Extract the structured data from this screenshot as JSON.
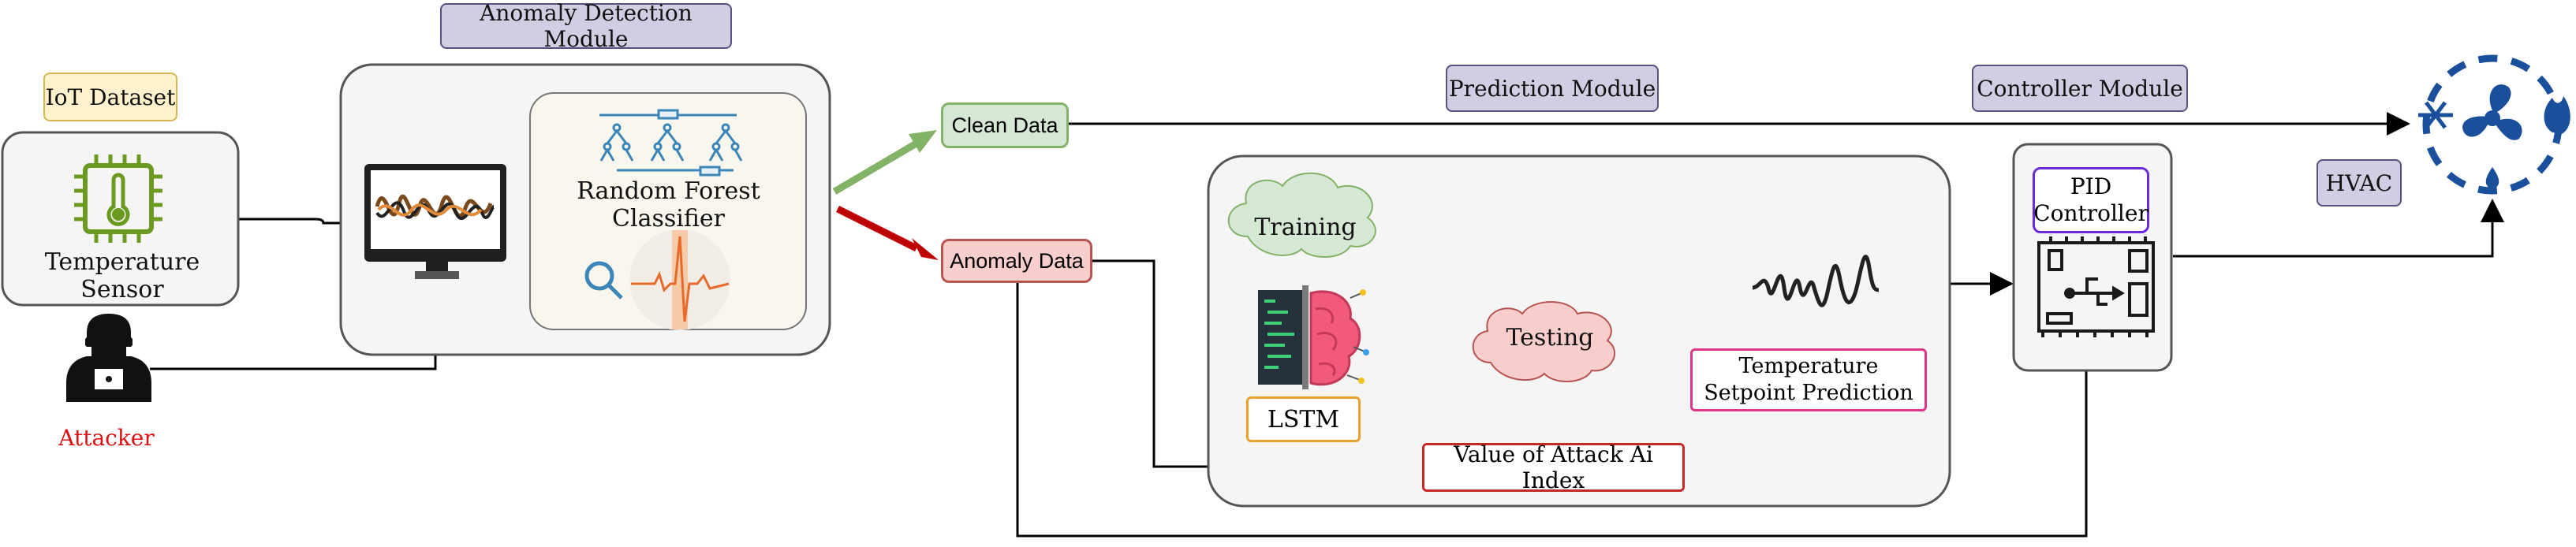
{
  "labels": {
    "iot_dataset": "IoT Dataset",
    "temperature_sensor": "Temperature Sensor",
    "attacker": "Attacker",
    "anomaly_detection_module": "Anomaly Detection Module",
    "random_forest_classifier": "Random Forest Classifier",
    "clean_data": "Clean Data",
    "anomaly_data": "Anomaly Data",
    "prediction_module": "Prediction Module",
    "training": "Training",
    "lstm": "LSTM",
    "testing": "Testing",
    "temperature_setpoint_prediction": "Temperature Setpoint Prediction",
    "value_of_attack_ai_index": "Value of Attack Ai Index",
    "controller_module": "Controller Module",
    "pid_controller": "PID Controller",
    "hvac": "HVAC"
  },
  "icons": {
    "sensor": "temperature-chip-icon",
    "attacker": "hacker-icon",
    "monitor": "signal-monitor-icon",
    "tree": "decision-tree-icon",
    "magnifier": "magnifier-icon",
    "ecg": "ecg-signal-icon",
    "brain": "ai-brain-icon",
    "waveform": "waveform-icon",
    "circuit": "circuit-board-icon",
    "hvac": "hvac-fan-icon"
  },
  "colors": {
    "module_tag": "#d0cee2",
    "clean_data": "#d5e8d4",
    "anomaly_data": "#f8cecc",
    "clean_arrow": "#82b366",
    "anomaly_arrow": "#c00000",
    "attacker_text": "#e01010",
    "hvac_icon": "#1a4f9c"
  }
}
